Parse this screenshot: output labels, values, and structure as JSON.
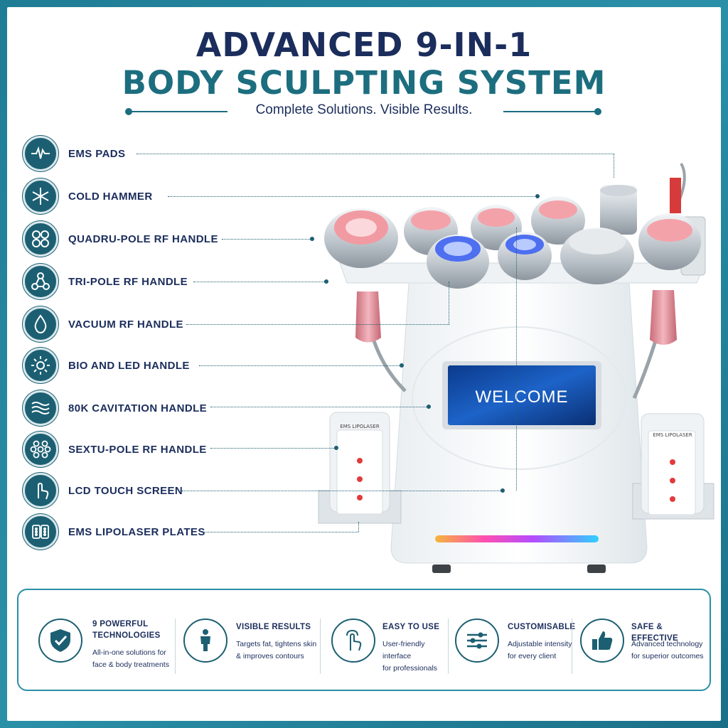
{
  "header": {
    "title_line1": "ADVANCED 9-IN-1",
    "title_line2": "BODY SCULPTING SYSTEM",
    "tagline": "Complete Solutions. Visible Results."
  },
  "features": [
    {
      "label": "EMS PADS",
      "icon": "pulse-wave-icon"
    },
    {
      "label": "COLD HAMMER",
      "icon": "snowflake-icon"
    },
    {
      "label": "QUADRU-POLE RF HANDLE",
      "icon": "four-circles-icon"
    },
    {
      "label": "TRI-POLE RF HANDLE",
      "icon": "three-nodes-icon"
    },
    {
      "label": "VACUUM RF HANDLE",
      "icon": "droplet-icon"
    },
    {
      "label": "BIO AND LED HANDLE",
      "icon": "sun-rays-icon"
    },
    {
      "label": "80K CAVITATION HANDLE",
      "icon": "waves-icon"
    },
    {
      "label": "SEXTU-POLE RF HANDLE",
      "icon": "six-circles-icon"
    },
    {
      "label": "LCD TOUCH SCREEN",
      "icon": "touch-hand-icon"
    },
    {
      "label": "EMS LIPOLASER PLATES",
      "icon": "plates-icon"
    }
  ],
  "device": {
    "screen_text": "WELCOME",
    "left_plate_label": "EMS LIPOLASER",
    "right_plate_label": "EMS LIPOLASER"
  },
  "benefits": [
    {
      "title_line1": "9 POWERFUL",
      "title_line2": "TECHNOLOGIES",
      "desc_line1": "All-in-one solutions for",
      "desc_line2": "face & body treatments",
      "icon": "shield-check-icon"
    },
    {
      "title_line1": "VISIBLE RESULTS",
      "title_line2": "",
      "desc_line1": "Targets fat, tightens skin",
      "desc_line2": "& improves contours",
      "icon": "body-figure-icon"
    },
    {
      "title_line1": "EASY TO USE",
      "title_line2": "",
      "desc_line1": "User-friendly interface",
      "desc_line2": "for professionals",
      "icon": "tap-hand-icon"
    },
    {
      "title_line1": "CUSTOMISABLE",
      "title_line2": "",
      "desc_line1": "Adjustable intensity",
      "desc_line2": "for every client",
      "icon": "sliders-icon"
    },
    {
      "title_line1": "SAFE & EFFECTIVE",
      "title_line2": "",
      "desc_line1": "Advanced technology",
      "desc_line2": "for superior outcomes",
      "icon": "thumbs-up-icon"
    }
  ],
  "colors": {
    "navy": "#1b2d5c",
    "teal": "#1c6e7f",
    "icon_bg": "#1c5f72",
    "border_blue": "#2a8fa6",
    "handle_pink": "#e58a94"
  }
}
